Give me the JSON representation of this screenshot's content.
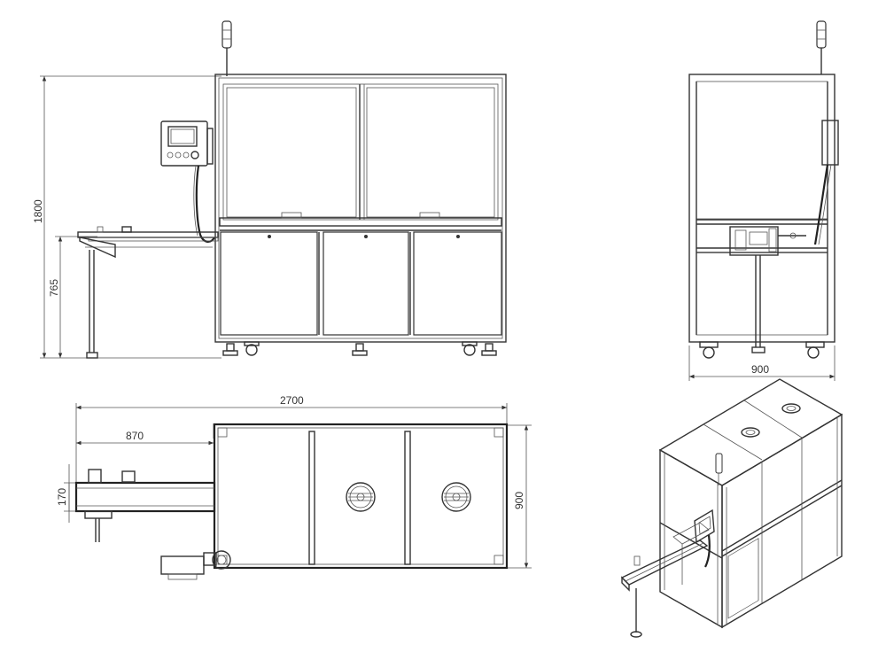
{
  "dimensions": {
    "height_total": "1800",
    "height_conveyor": "765",
    "side_width": "900",
    "top_length": "2700",
    "top_conveyor_length": "870",
    "top_conveyor_width": "170",
    "top_width": "900"
  },
  "colors": {
    "line": "#333333",
    "background": "#ffffff"
  }
}
